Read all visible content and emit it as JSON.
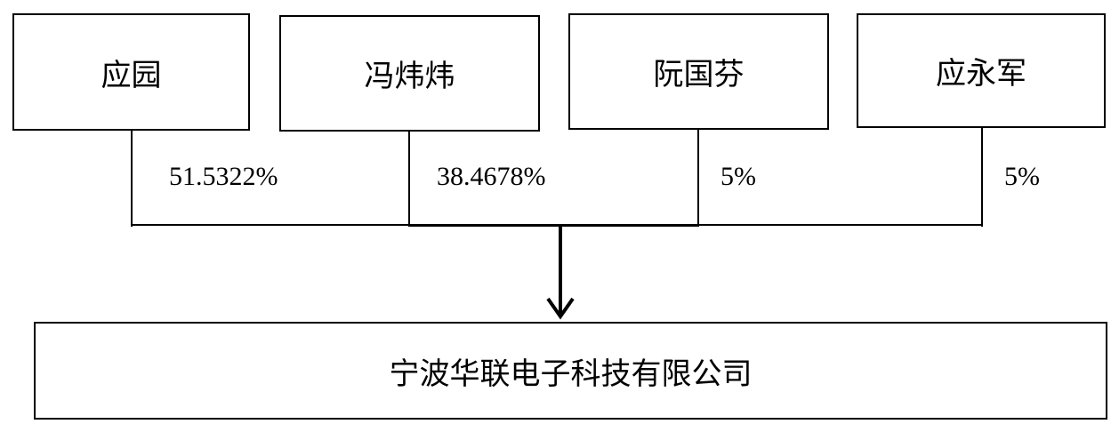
{
  "shareholders": [
    {
      "name": "应园",
      "share": "51.5322%"
    },
    {
      "name": "冯炜炜",
      "share": "38.4678%"
    },
    {
      "name": "阮国芬",
      "share": "5%"
    },
    {
      "name": "应永军",
      "share": "5%"
    }
  ],
  "company": {
    "name": "宁波华联电子科技有限公司"
  }
}
